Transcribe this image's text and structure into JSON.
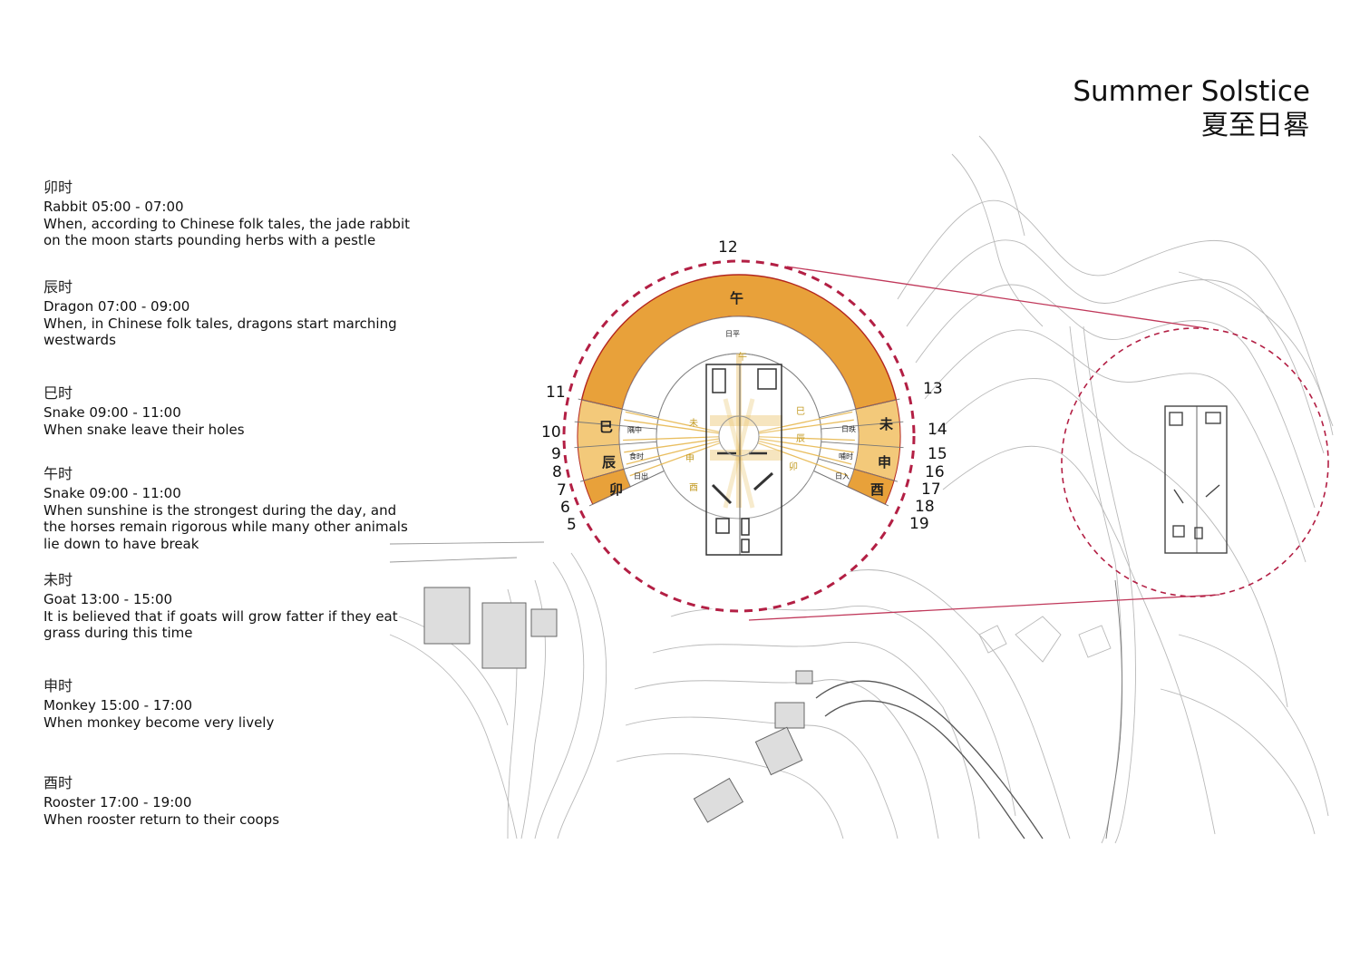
{
  "title": {
    "en": "Summer Solstice",
    "zh": "夏至日晷"
  },
  "legend": [
    {
      "zh": "卯时",
      "head": "Rabbit 05:00 - 07:00",
      "desc": [
        "When, according to Chinese folk tales, the jade rabbit",
        "on the moon starts pounding herbs with a pestle"
      ]
    },
    {
      "zh": "辰时",
      "head": "Dragon 07:00 - 09:00",
      "desc": [
        "When, in Chinese folk tales, dragons start marching",
        "westwards"
      ]
    },
    {
      "zh": "巳时",
      "head": "Snake 09:00 - 11:00",
      "desc": [
        "When snake leave their holes"
      ]
    },
    {
      "zh": "午时",
      "head": "Snake 09:00 - 11:00",
      "desc": [
        "When sunshine is the strongest during the day, and",
        "the horses remain rigorous while many other animals",
        "lie down to have break"
      ]
    },
    {
      "zh": "未时",
      "head": "Goat 13:00 - 15:00",
      "desc": [
        "It is believed that if goats will grow fatter if they eat",
        "grass during this time"
      ]
    },
    {
      "zh": "申时",
      "head": "Monkey 15:00 - 17:00",
      "desc": [
        "When monkey become very lively"
      ]
    },
    {
      "zh": "酉时",
      "head": "Rooster 17:00 - 19:00",
      "desc": [
        "When rooster return to their coops"
      ]
    }
  ],
  "dial": {
    "hours_left": [
      "11",
      "10",
      "9",
      "8",
      "7",
      "6",
      "5"
    ],
    "hour_top": "12",
    "hours_right": [
      "13",
      "14",
      "15",
      "16",
      "17",
      "18",
      "19"
    ],
    "ring_branches": {
      "top": "午",
      "left": [
        "巳",
        "辰",
        "卯"
      ],
      "right": [
        "未",
        "申",
        "酉"
      ]
    },
    "inner_labels": {
      "top": "日平",
      "left": [
        "隅中",
        "食时",
        "日出"
      ],
      "right": [
        "日昳",
        "哺时",
        "日入"
      ]
    },
    "shadow_labels": [
      "午",
      "未",
      "巳",
      "申",
      "辰",
      "酉",
      "卯"
    ],
    "colors": {
      "ring_main": "#e8a13a",
      "ring_light": "#f3c97a",
      "ring_outline": "#b3261e",
      "dash": "#b31f44",
      "line": "#c0385a",
      "shadow": "#e7b84f"
    }
  }
}
